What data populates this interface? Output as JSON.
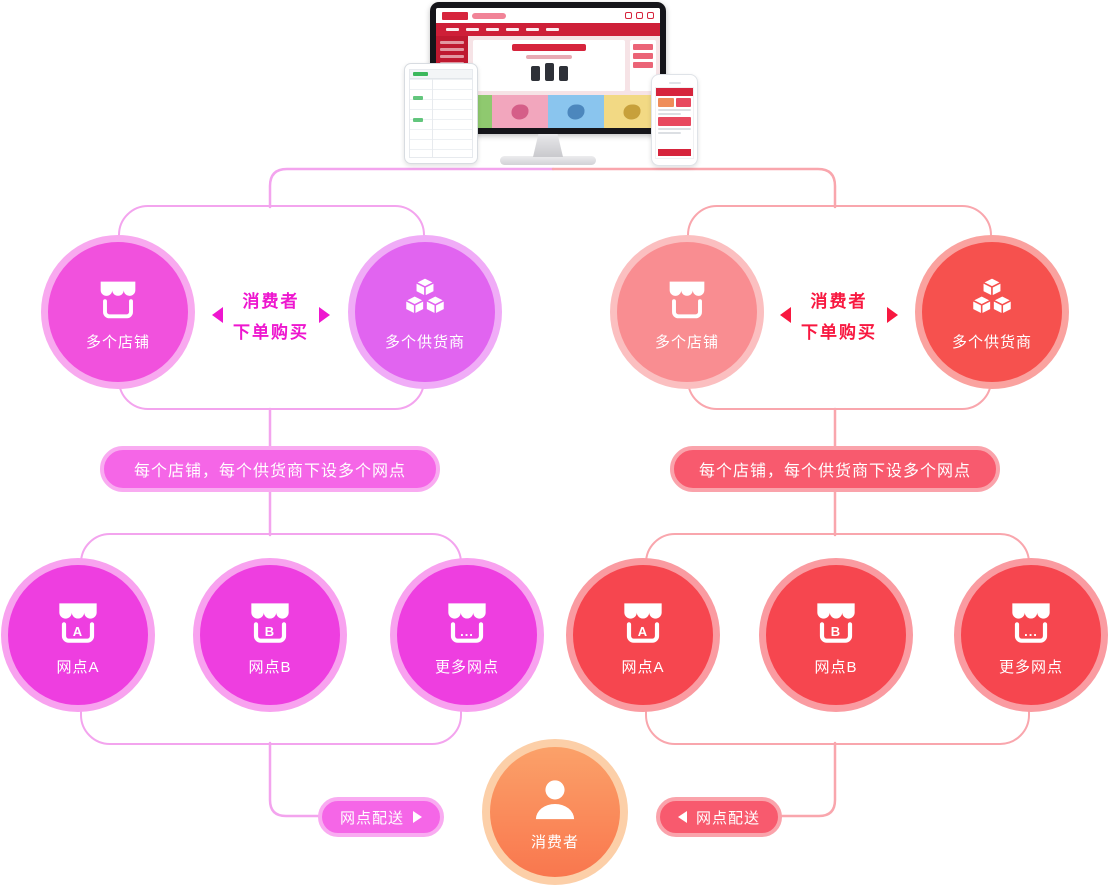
{
  "colors": {
    "left-line": "#f3a4ee",
    "left-store-fill": "#f151dd",
    "left-store-ring": "#f8a9ef",
    "left-supplier-fill": "#e164f0",
    "left-supplier-ring": "#f0acf7",
    "left-node-fill": "#ee3ee0",
    "left-node-ring": "#f8a2ef",
    "left-pill-fill": "#f566e7",
    "left-pill-ring": "#f9abf1",
    "left-accent": "#ee16cf",
    "right-line": "#f9a6ad",
    "right-store-fill": "#f98d91",
    "right-store-ring": "#fbbfc0",
    "right-supplier-fill": "#f6514e",
    "right-supplier-ring": "#faa29f",
    "right-node-fill": "#f6464f",
    "right-node-ring": "#fa9ba1",
    "right-pill-fill": "#f85a6e",
    "right-pill-ring": "#faa3ab",
    "right-accent": "#f81840",
    "consumer-fill-top": "#fba169",
    "consumer-fill-bottom": "#f9774e",
    "consumer-ring": "#fccfa8"
  },
  "branches": [
    {
      "side": "left",
      "store_label": "多个店铺",
      "supplier_label": "多个供货商",
      "order_line1": "消费者",
      "order_line2": "下单购买",
      "network_pill": "每个店铺，每个供货商下设多个网点",
      "nodes": [
        {
          "label": "网点A",
          "letter": "A"
        },
        {
          "label": "网点B",
          "letter": "B"
        },
        {
          "label": "更多网点",
          "letter": "..."
        }
      ],
      "delivery_pill": "网点配送"
    },
    {
      "side": "right",
      "store_label": "多个店铺",
      "supplier_label": "多个供货商",
      "order_line1": "消费者",
      "order_line2": "下单购买",
      "network_pill": "每个店铺，每个供货商下设多个网点",
      "nodes": [
        {
          "label": "网点A",
          "letter": "A"
        },
        {
          "label": "网点B",
          "letter": "B"
        },
        {
          "label": "更多网点",
          "letter": "..."
        }
      ],
      "delivery_pill": "网点配送"
    }
  ],
  "consumer": {
    "label": "消费者"
  }
}
